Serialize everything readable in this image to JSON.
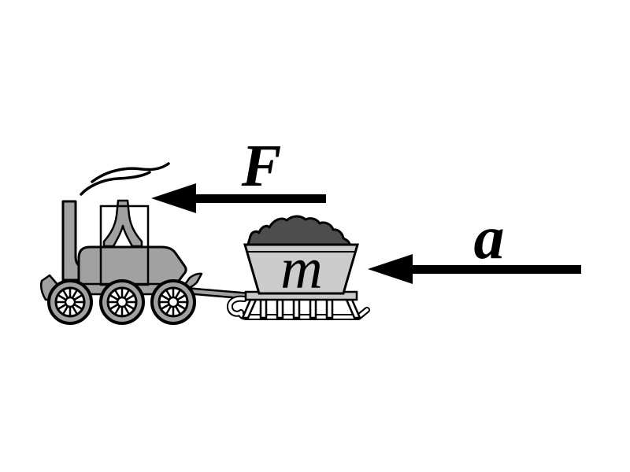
{
  "figure": {
    "description": "Physics diagram: tractor pulling a loaded sled; force F and acceleration a arrows point left",
    "labels": {
      "force": "F",
      "acceleration": "a",
      "mass": "m"
    },
    "arrows": {
      "force": {
        "label": "F",
        "direction": "left"
      },
      "acceleration": {
        "label": "a",
        "direction": "left"
      }
    },
    "colors": {
      "background": "#ffffff",
      "line": "#000000",
      "arrow": "#000000",
      "tractor_body": "#a1a1a1",
      "wheel_tire": "#a1a1a1",
      "wheel_center": "#ffffff",
      "bucket": "#cccccc",
      "rail": "#c9c9c9",
      "slat": "#ffffff",
      "load": "#4d4d4d",
      "towbar": "#a1a1a1"
    }
  }
}
